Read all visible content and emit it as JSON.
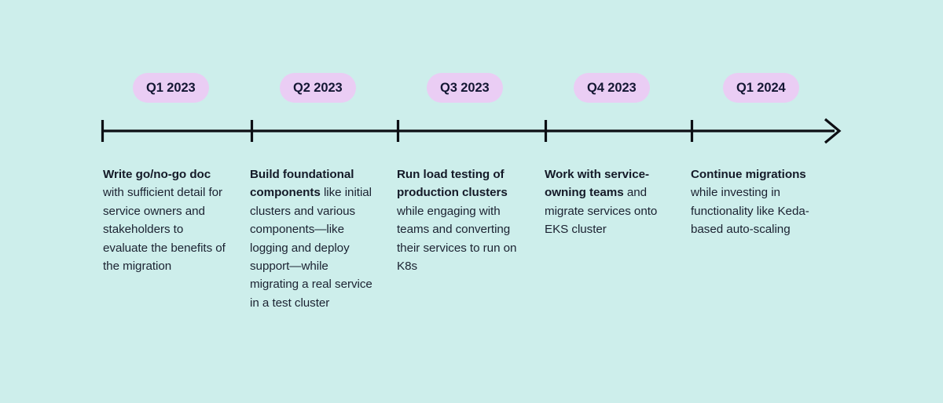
{
  "figure": {
    "type": "horizontal-timeline",
    "background_color": "#cdeeeb",
    "pill_color": "#eacdf4",
    "pill_text_color": "#141733",
    "axis_color": "#0d0f14",
    "body_text_color": "#1b2231",
    "arrow_direction": "right"
  },
  "milestones": [
    {
      "pill_label": "Q1 2023",
      "lead": "Write go/no-go doc",
      "rest": " with sufficient detail for service owners and stakeholders to evaluate the benefits of the migration"
    },
    {
      "pill_label": "Q2 2023",
      "lead": "Build foundational components",
      "rest": " like initial clusters and various components—like logging and deploy support—while migrating a real service in a test cluster"
    },
    {
      "pill_label": "Q3 2023",
      "lead": "Run load testing of production clusters",
      "rest": " while engaging with teams and converting their services to run on K8s"
    },
    {
      "pill_label": "Q4 2023",
      "lead": "Work with service-owning teams",
      "rest": " and migrate services onto EKS cluster"
    },
    {
      "pill_label": "Q1 2024",
      "lead": "Continue migrations",
      "rest": " while investing in functionality like Keda-based auto-scaling"
    }
  ]
}
